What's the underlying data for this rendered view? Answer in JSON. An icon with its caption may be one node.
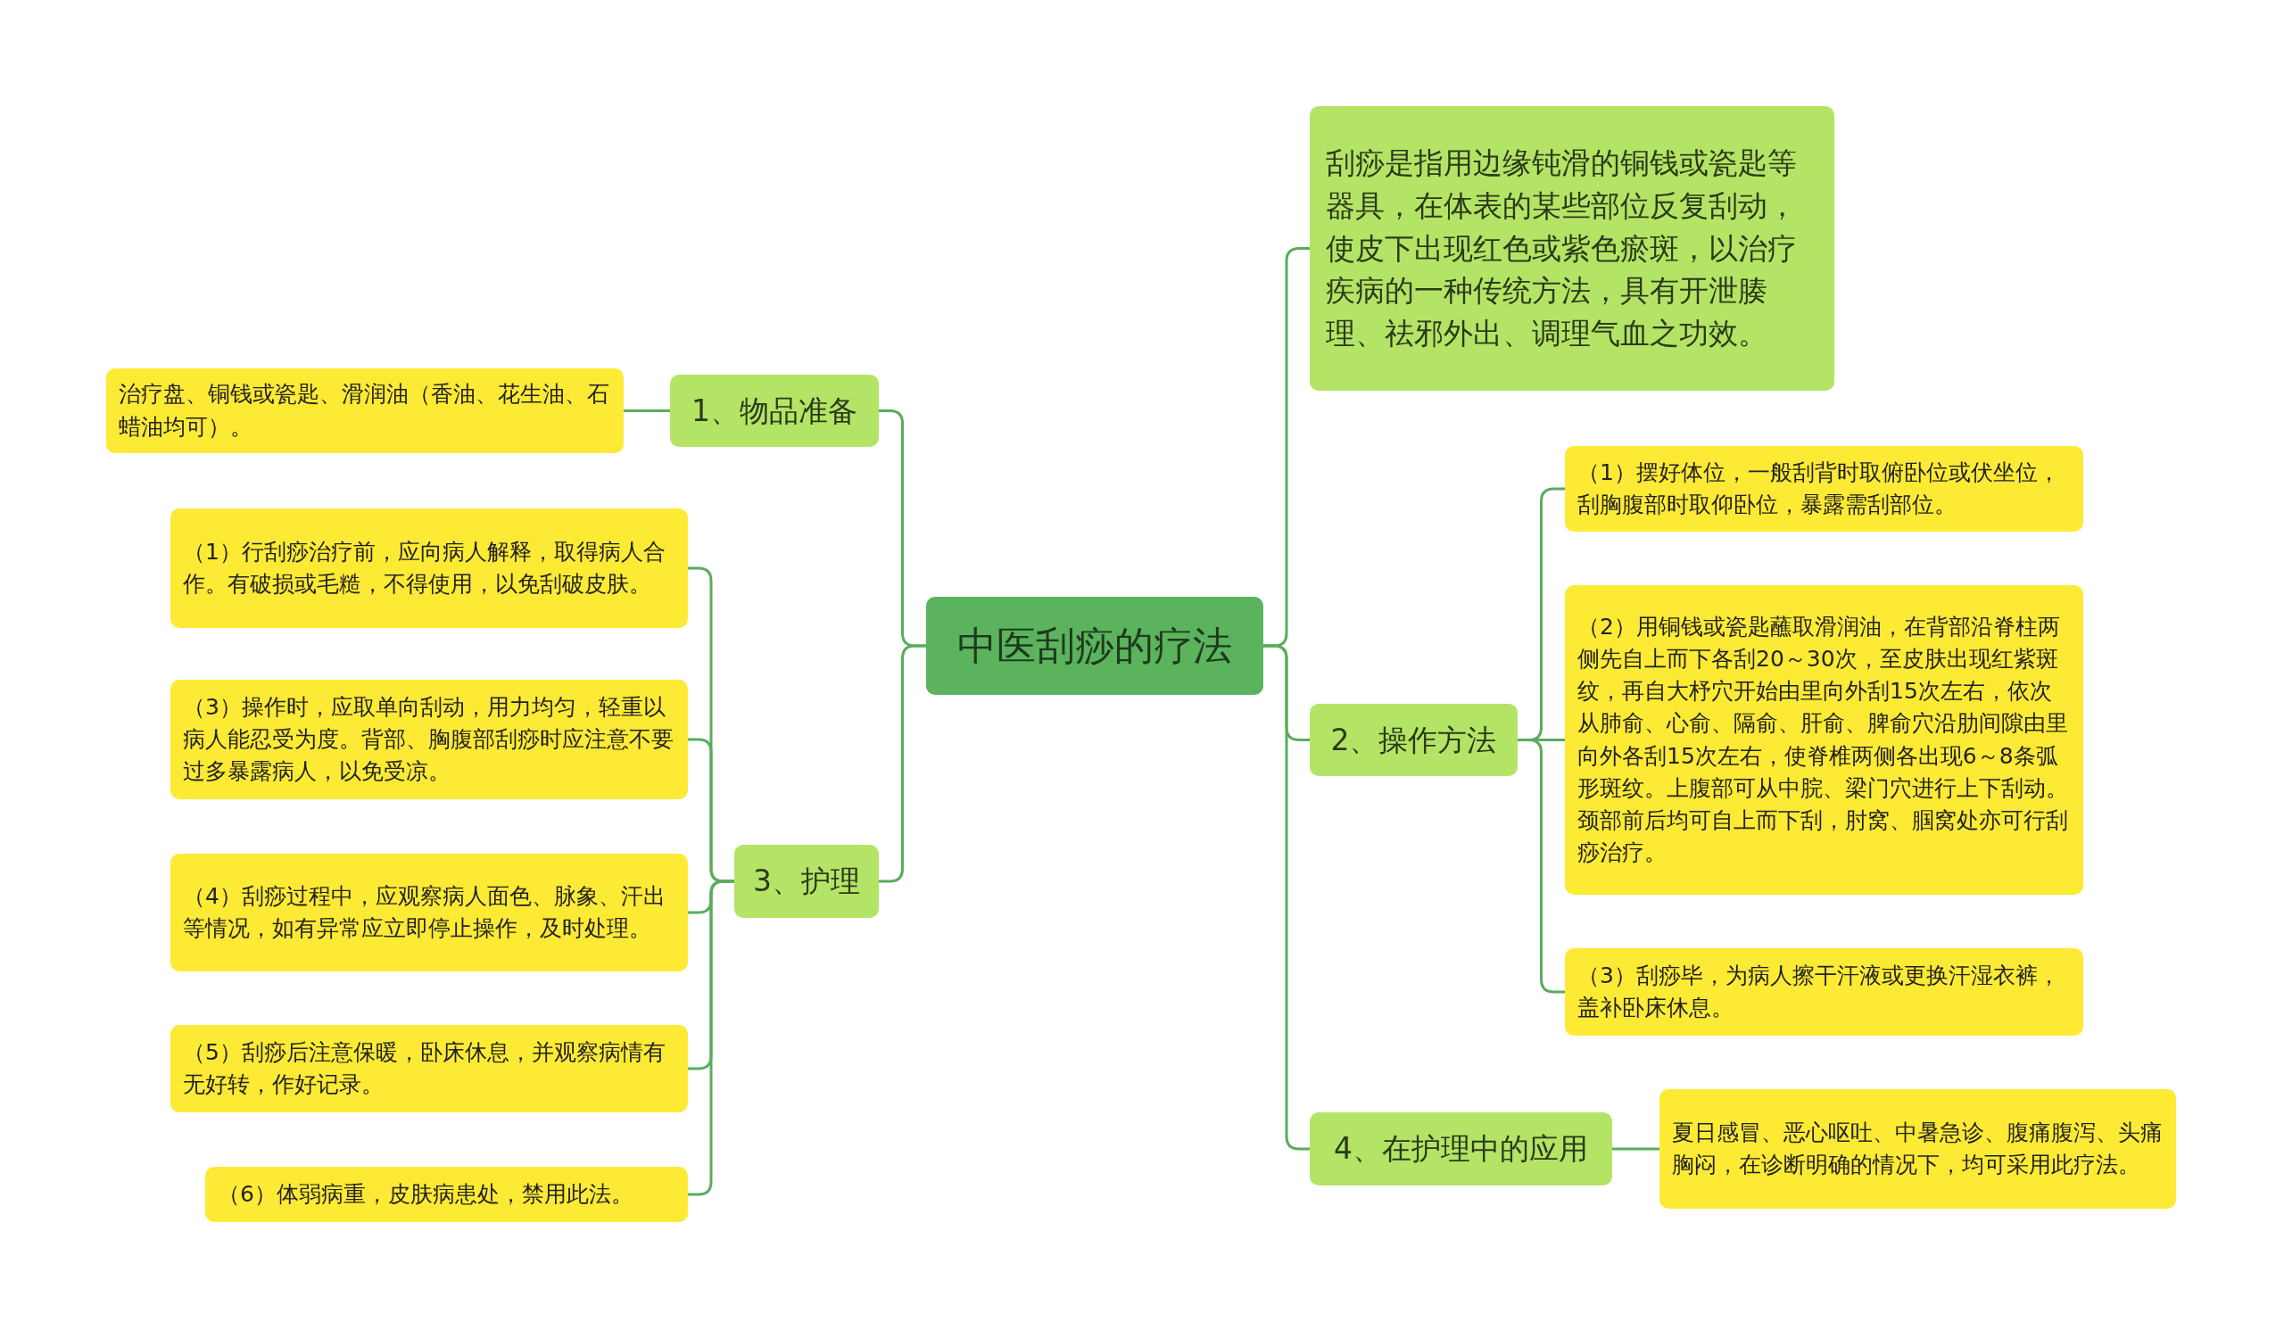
{
  "diagram": {
    "nodes": [
      {
        "text": [
          "中医刮痧的疗法"
        ]
      },
      {
        "text": [
          "1、物品准备"
        ]
      },
      {
        "text": [
          "治疗盘、铜钱或瓷匙、滑润油（香油、花生油、石蜡油均可）。"
        ]
      },
      {
        "text": [
          "3、护理"
        ]
      },
      {
        "text": [
          "（1）行刮痧治疗前，应向病人解释，取得病人合作。有破损或毛糙，不得使用，以免刮破皮肤。"
        ]
      },
      {
        "text": [
          "（3）操作时，应取单向刮动，用力均匀，轻重以病人能忍受为度。背部、胸腹部刮痧时应注意不要过多暴露病人，以免受凉。"
        ]
      },
      {
        "text": [
          "（4）刮痧过程中，应观察病人面色、脉象、汗出等情况，如有异常应立即停止操作，及时处理。"
        ]
      },
      {
        "text": [
          "（5）刮痧后注意保暖，卧床休息，并观察病情有无好转，作好记录。"
        ]
      },
      {
        "text": [
          "（6）体弱病重，皮肤病患处，禁用此法。"
        ]
      },
      {
        "text": [
          "刮痧是指用边缘钝滑的铜钱或瓷匙等器具，在体表的某些部位反复刮动，使皮下出现红色或紫色瘀斑，以治疗疾病的一种传统方法，具有开泄腠理、祛邪外出、调理气血之功效。"
        ]
      },
      {
        "text": [
          "2、操作方法"
        ]
      },
      {
        "text": [
          "（1）摆好体位，一般刮背时取俯卧位或伏坐位，刮胸腹部时取仰卧位，暴露需刮部位。"
        ]
      },
      {
        "text": [
          "（2）用铜钱或瓷匙蘸取滑润油，在背部沿脊柱两侧先自上而下各刮20～30次，至皮肤出现红紫斑纹，再自大杼穴开始由里向外刮15次左右，依次从肺俞、心俞、隔俞、肝俞、脾俞穴沿肋间隙由里向外各刮15次左右，使脊椎两侧各出现6～8条弧形斑纹。上腹部可从中脘、梁门穴进行上下刮动。颈部前后均可自上而下刮，肘窝、腘窝处亦可行刮痧治疗。"
        ]
      },
      {
        "text": [
          "（3）刮痧毕，为病人擦干汗液或更换汗湿衣裤，盖补卧床休息。"
        ]
      },
      {
        "text": [
          "4、在护理中的应用"
        ]
      },
      {
        "text": [
          "夏日感冒、恶心呕吐、中暑急诊、腹痛腹泻、头痛胸闷，在诊断明确的情况下，均可采用此疗法。"
        ]
      }
    ],
    "edges": [
      {
        "from": 0,
        "to": 1,
        "arrow": "none"
      },
      {
        "from": 1,
        "to": 2,
        "arrow": "none"
      },
      {
        "from": 0,
        "to": 3,
        "arrow": "none"
      },
      {
        "from": 3,
        "to": 4,
        "arrow": "none"
      },
      {
        "from": 3,
        "to": 5,
        "arrow": "none"
      },
      {
        "from": 3,
        "to": 6,
        "arrow": "none"
      },
      {
        "from": 3,
        "to": 7,
        "arrow": "none"
      },
      {
        "from": 3,
        "to": 8,
        "arrow": "none"
      },
      {
        "from": 0,
        "to": 9,
        "arrow": "none"
      },
      {
        "from": 0,
        "to": 10,
        "arrow": "none"
      },
      {
        "from": 10,
        "to": 11,
        "arrow": "none"
      },
      {
        "from": 10,
        "to": 12,
        "arrow": "none"
      },
      {
        "from": 10,
        "to": 13,
        "arrow": "none"
      },
      {
        "from": 0,
        "to": 14,
        "arrow": "none"
      },
      {
        "from": 14,
        "to": 15,
        "arrow": "none"
      }
    ]
  }
}
